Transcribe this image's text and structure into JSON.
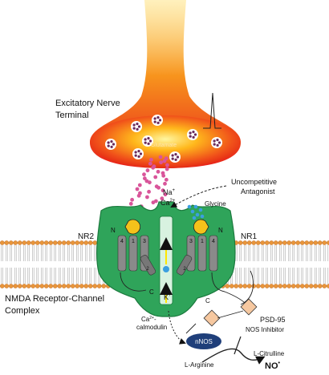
{
  "labels": {
    "terminal_line1": "Excitatory Nerve",
    "terminal_line2": "Terminal",
    "glutamate": "Glutamate",
    "na": "Na",
    "na_sup": "+",
    "ca": "Ca",
    "ca_sup": "2+",
    "uncompetitive_line1": "Uncompetitive",
    "uncompetitive_line2": "Antagonist",
    "glycine": "Glycine",
    "nr2": "NR2",
    "nr1": "NR1",
    "k": "K",
    "k_sup": "+",
    "receptor_line1": "NMDA Receptor-Channel",
    "receptor_line2": "Complex",
    "psd95": "PSD-95",
    "ca_calmodulin_line1": "Ca",
    "ca_calmodulin_sup": "2+",
    "ca_calmodulin_suffix": "-",
    "ca_calmodulin_line2": "calmodulin",
    "nnos": "nNOS",
    "nos_inhibitor": "NOS Inhibitor",
    "l_arginine": "L-Arginine",
    "l_citrulline": "L-Citrulline",
    "no": "NO",
    "no_sup": "•",
    "n_left": "N",
    "n_right": "N",
    "c_left": "C",
    "c_right": "C",
    "helix_left": [
      "1",
      "2",
      "3",
      "4"
    ],
    "helix_right": [
      "1",
      "2",
      "3",
      "4"
    ]
  },
  "colors": {
    "terminal_red": "#e8221a",
    "terminal_orange": "#f7941d",
    "terminal_yellow": "#ffd200",
    "receptor_green": "#2fa45a",
    "receptor_dark_green": "#1c7a3e",
    "membrane_orange": "#e8953a",
    "glutamate_pink": "#d9559a",
    "glycine_blue": "#3b9fe0",
    "binding_yellow": "#f4c21b",
    "helix_gray": "#8a8a8a",
    "nnos_navy": "#1f3f7a",
    "psd_tan": "#f6c8a0"
  }
}
